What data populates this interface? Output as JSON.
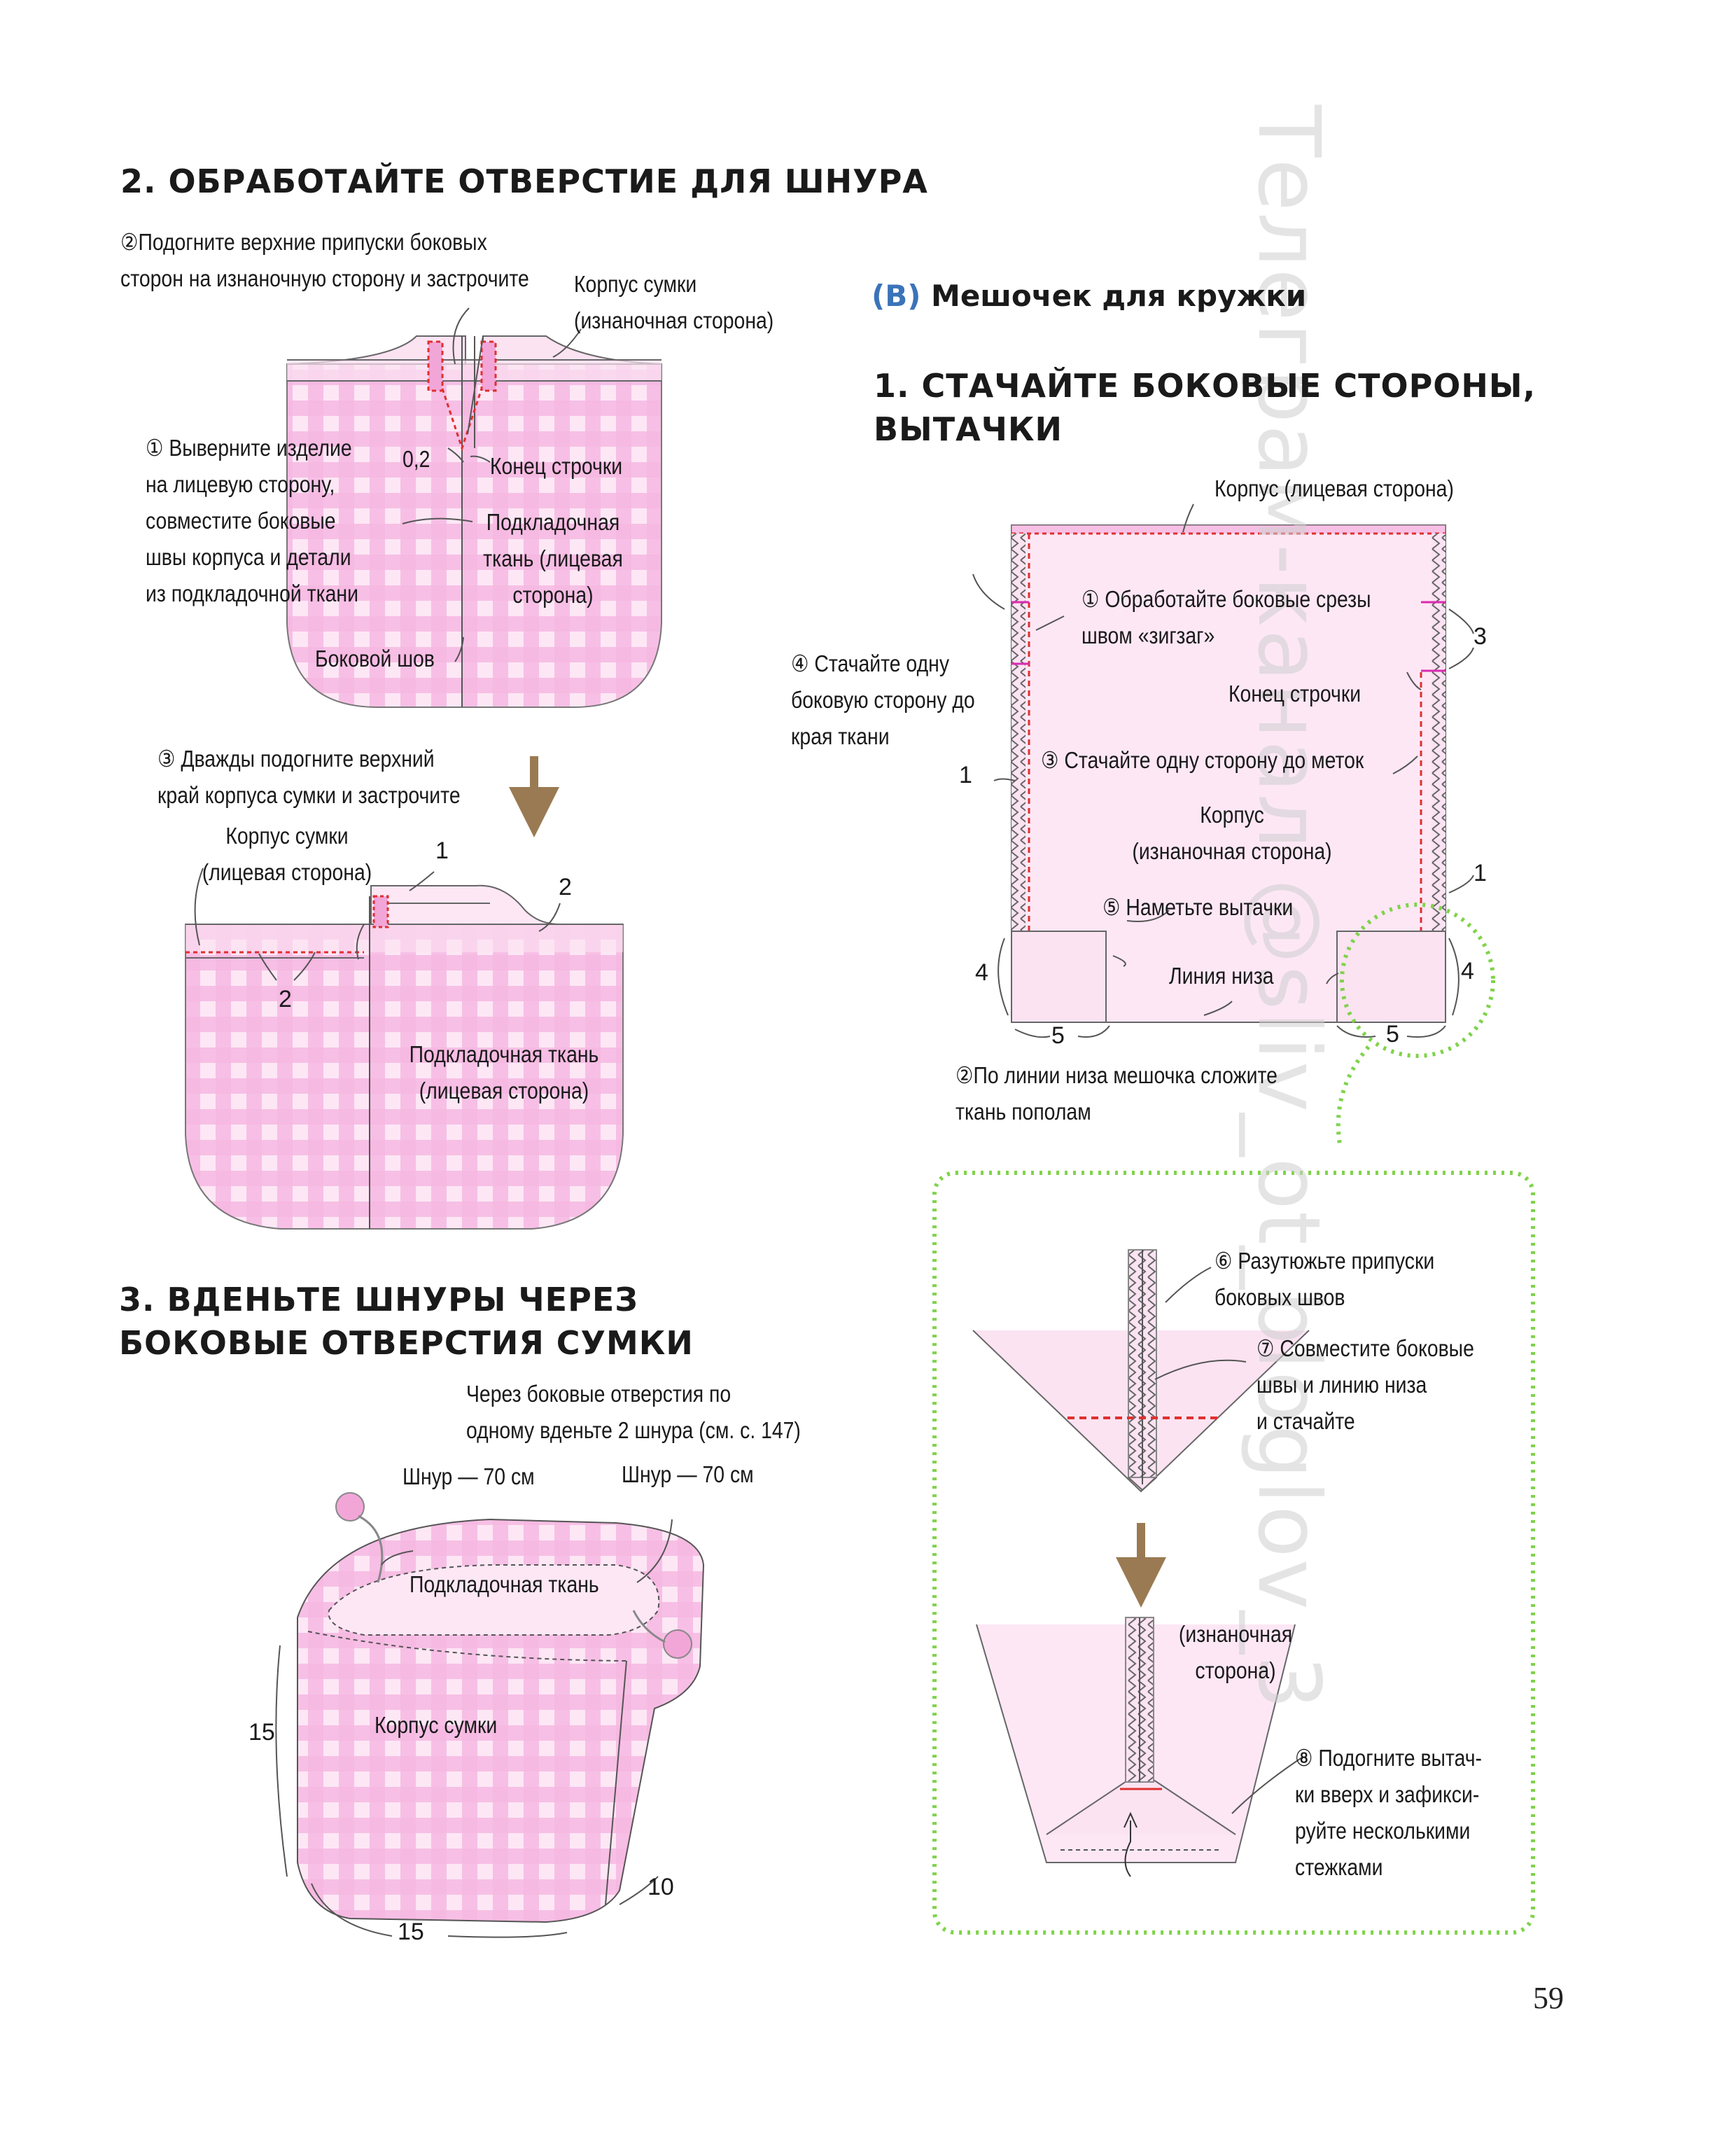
{
  "page_number": "59",
  "watermark": "Телеграм-канал @sliv_ot_bloglov_3",
  "colors": {
    "accent": "#3b73b9",
    "pink": "#f2a6d8",
    "pink_light": "#fbe3f2",
    "stitch": "#e0302f",
    "green_dash": "#7fd34a",
    "arrow": "#9a7a52"
  },
  "section2": {
    "heading": "2. ОБРАБОТАЙТЕ ОТВЕРСТИЕ ДЛЯ ШНУРА",
    "step2": "②Подогните верхние припуски боковых\nсторон на изнаночную сторону и застрочите",
    "body_wrong": "Корпус сумки\n(изнаночная сторона)",
    "step1": "① Выверните изделие\nна лицевую сторону,\nсовместите боковые\nшвы корпуса и детали\nиз подкладочной ткани",
    "dim_02": "0,2",
    "stitch_end": "Конец строчки",
    "lining_right": "Подкладочная\nткань (лицевая\nсторона)",
    "side_seam": "Боковой шов",
    "step3": "③ Дважды подогните верхний\nкрай корпуса сумки и застрочите",
    "body_right": "Корпус сумки\n(лицевая сторона)",
    "n1": "1",
    "n2a": "2",
    "n2b": "2",
    "lining_right2": "Подкладочная ткань\n(лицевая сторона)"
  },
  "section3": {
    "heading": "3. ВДЕНЬТЕ ШНУРЫ ЧЕРЕЗ\nБОКОВЫЕ ОТВЕРСТИЯ СУМКИ",
    "note": "Через боковые отверстия по\nодному вденьте 2 шнура (см. с. 147)",
    "cord_left": "Шнур — 70 см",
    "cord_right": "Шнур — 70 см",
    "lining": "Подкладочная ткань",
    "body": "Корпус сумки",
    "dim_15_left": "15",
    "dim_15_bottom": "15",
    "dim_10": "10"
  },
  "sectionB": {
    "letter": "(B)",
    "title": "Мешочек для кружки",
    "heading": "1. СТАЧАЙТЕ БОКОВЫЕ СТОРОНЫ,\nВЫТАЧКИ",
    "body_right": "Корпус (лицевая сторона)",
    "step1": "① Обработайте боковые срезы\nшвом «зигзаг»",
    "n3": "3",
    "step4": "④ Стачайте одну\nбоковую сторону до\nкрая ткани",
    "stitch_end": "Конец строчки",
    "n1_left": "1",
    "step3": "③ Стачайте одну сторону до меток",
    "body_wrong": "Корпус\n(изнаночная сторона)",
    "n1_right": "1",
    "step5": "⑤ Наметьте вытачки",
    "n4_left": "4",
    "n4_right": "4",
    "bottom_line": "Линия низа",
    "n5_left": "5",
    "n5_right": "5",
    "step2": "②По линии низа мешочка сложите\nткань пополам",
    "step6": "⑥ Разутюжьте припуски\nбоковых швов",
    "step7": "⑦ Совместите боковые\nшвы и линию низа\nи стачайте",
    "wrong_side": "(изнаночная\nсторона)",
    "step8": "⑧ Подогните вытач-\nки вверх и зафикси-\nруйте несколькими\nстежками"
  }
}
